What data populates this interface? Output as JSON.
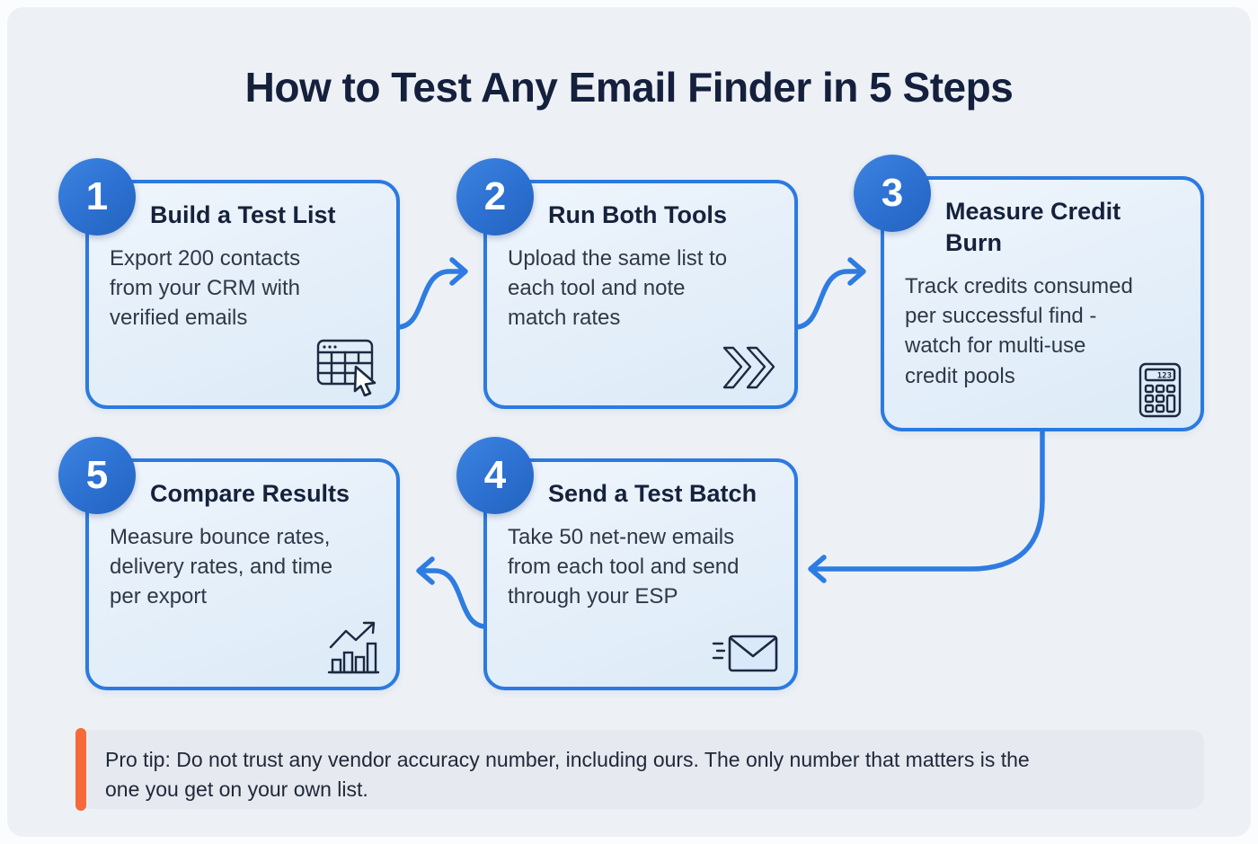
{
  "title": "How to Test Any Email Finder in 5 Steps",
  "steps": [
    {
      "number": "1",
      "title": "Build a Test List",
      "description": "Export 200 contacts\nfrom your CRM with\nverified emails",
      "icon": "spreadsheet-cursor-icon"
    },
    {
      "number": "2",
      "title": "Run Both Tools",
      "description": "Upload the same list to\neach tool and note\nmatch rates",
      "icon": "double-chevron-icon"
    },
    {
      "number": "3",
      "title": "Measure Credit\nBurn",
      "description": "Track credits consumed\nper successful find -\nwatch for multi-use\ncredit pools",
      "icon": "calculator-icon",
      "icon_display": "123"
    },
    {
      "number": "4",
      "title": "Send a Test Batch",
      "description": "Take 50 net-new emails\nfrom each tool and send\nthrough your ESP",
      "icon": "sending-email-icon"
    },
    {
      "number": "5",
      "title": "Compare Results",
      "description": "Measure bounce rates,\ndelivery rates, and time\nper export",
      "icon": "bar-chart-growth-icon"
    }
  ],
  "pro_tip": {
    "text": "Pro tip: Do not trust any vendor accuracy number, including ours. The only number that matters is the\none you get on your own list."
  },
  "colors": {
    "canvas_background": "#edf1f6",
    "card_background": "#e3eef9",
    "card_border": "#2b7ae0",
    "badge_blue": "#2c70d1",
    "arrow_blue": "#2e7ce2",
    "title_navy": "#14203c",
    "body_text": "#2e3849",
    "tip_background": "#e6e9ef",
    "tip_accent_orange": "#f5693b"
  }
}
